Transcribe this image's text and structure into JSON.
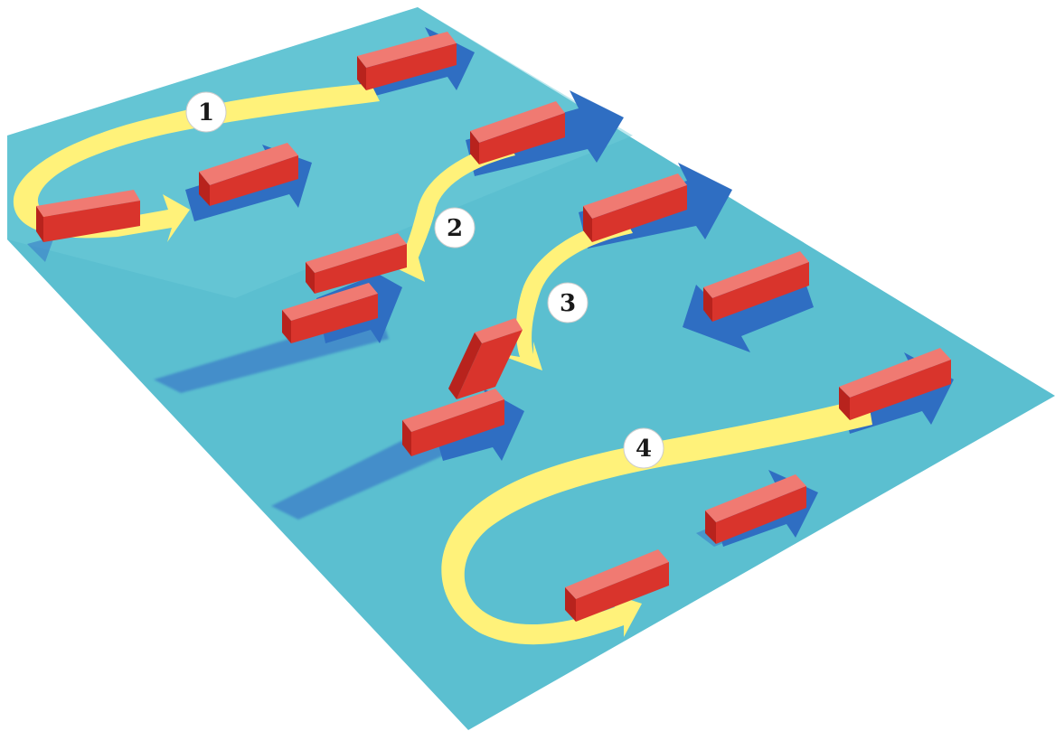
{
  "diagram": {
    "labels": [
      {
        "id": "maneuver-1",
        "text": "1"
      },
      {
        "id": "maneuver-2",
        "text": "2"
      },
      {
        "id": "maneuver-3",
        "text": "3"
      },
      {
        "id": "maneuver-4",
        "text": "4"
      }
    ],
    "colors": {
      "surface": "#5bbfd0",
      "lane_arrow": "#2f6ec2",
      "lane_shadow": "#3f86c9",
      "vehicle_top": "#f07a72",
      "vehicle_front": "#d9342c",
      "vehicle_side": "#b8231d",
      "path": "#fff27a",
      "badge": "#ffffff"
    }
  }
}
